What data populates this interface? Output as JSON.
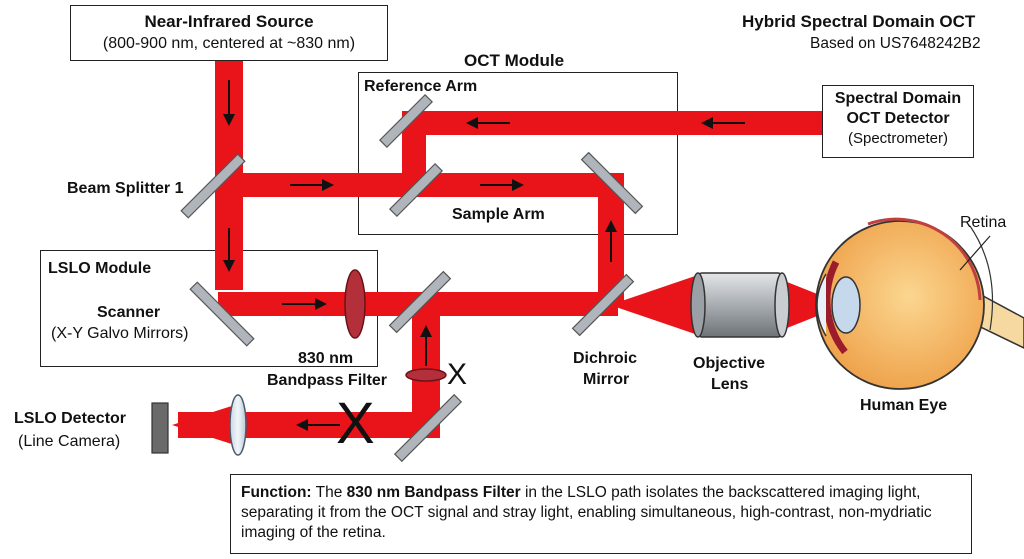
{
  "header": {
    "title": "Hybrid Spectral Domain OCT",
    "subtitle": "Based on US7648242B2"
  },
  "source": {
    "name": "Near-Infrared Source",
    "spec": "(800-900 nm, centered at ~830 nm)"
  },
  "oct_module": {
    "title": "OCT Module",
    "reference_arm": "Reference Arm",
    "sample_arm": "Sample Arm"
  },
  "oct_detector": {
    "line1": "Spectral Domain",
    "line2": "OCT Detector",
    "line3": "(Spectrometer)"
  },
  "beam_splitter": "Beam Splitter 1",
  "lslo_module": {
    "title": "LSLO Module",
    "scanner": "Scanner",
    "scanner_detail": "(X-Y Galvo Mirrors)"
  },
  "filter": {
    "line1": "830 nm",
    "line2": "Bandpass Filter"
  },
  "dichroic": {
    "line1": "Dichroic",
    "line2": "Mirror"
  },
  "objective": {
    "line1": "Objective",
    "line2": "Lens"
  },
  "eye": {
    "name": "Human Eye",
    "retina": "Retina"
  },
  "lslo_detector": {
    "name": "LSLO Detector",
    "detail": "(Line Camera)"
  },
  "blocked_marks": [
    "X",
    "X"
  ],
  "caption": {
    "lead": "Function:",
    "part1": " The ",
    "highlight": "830 nm Bandpass Filter",
    "part2": " in the LSLO path isolates the backscattered imaging light, separating it from the OCT signal and stray light, enabling simultaneous, high-contrast, non-mydriatic imaging of the retina."
  },
  "colors": {
    "beam": "#e8141a",
    "beam_dark": "#b00010",
    "optic": "#b0b5bb",
    "filter": "#b3303a",
    "lens": "#d6e2ee",
    "eye": "#f2b35a",
    "camera": "#6a6a6a"
  }
}
